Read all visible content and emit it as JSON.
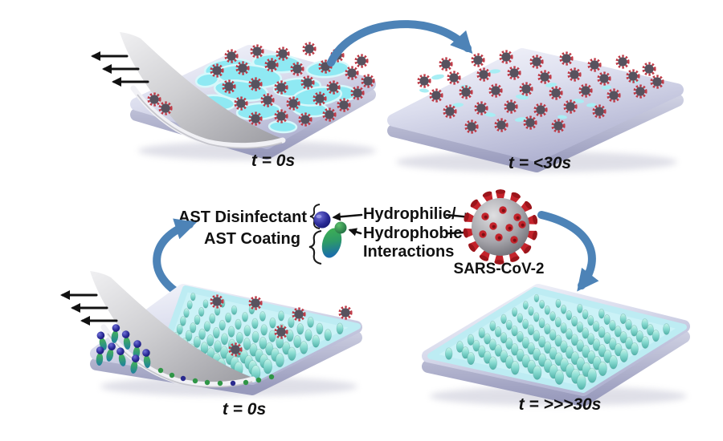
{
  "panels": {
    "top_left": {
      "time_label": "t = 0s"
    },
    "top_right": {
      "time_label": "t = <30s"
    },
    "bottom_left": {
      "time_label": "t = 0s"
    },
    "bottom_right": {
      "time_label": "t = >>>30s"
    }
  },
  "legend": {
    "disinfectant_label": "AST Disinfectant",
    "coating_label": "AST Coating",
    "interaction_line1": "Hydrophilic/",
    "interaction_line2": "Hydrophobic",
    "interaction_line3": "Interactions",
    "virus_label": "SARS-CoV-2"
  },
  "icons": {
    "virus_particle": "virion-dark-sphere-red-spikes",
    "virus_large": "sars-cov-2-virion",
    "wipe": "gray-wipe-sheet",
    "molecule": "disinfectant-coating-molecule",
    "transfer_arrow": "curved-blue-arrow",
    "motion_arrow": "black-left-arrow"
  },
  "colors": {
    "background": "#ffffff",
    "accent_arrow_blue": "#4d83b7",
    "virus_red": "#c4232b",
    "virus_body_gray": "#8a8990",
    "coating_teal": "#6cc5bb",
    "coating_film_cyan": "#cbf2f7",
    "liquid_cyan": "#8fe9f3",
    "surface_lavender": "#c6c8de",
    "molecule_green": "#3fae4e",
    "molecule_navy": "#22228c",
    "wipe_gray": "#c9c9cc",
    "text_black": "#111111"
  }
}
